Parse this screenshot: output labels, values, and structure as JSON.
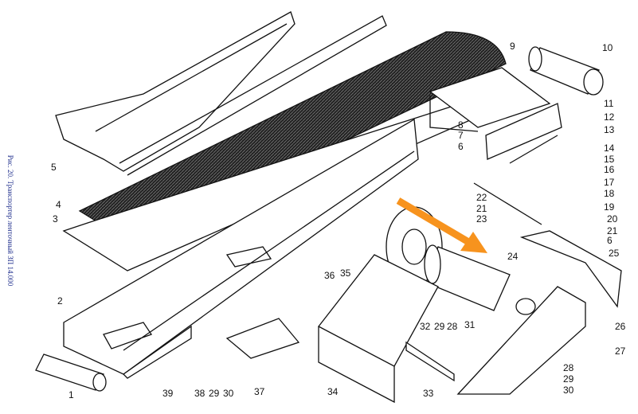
{
  "caption": "Рис. 20. Транспортер ленточный ЗП 14.000",
  "arrow_color": "#f7931e",
  "labels": [
    "1",
    "2",
    "3",
    "4",
    "5",
    "6",
    "7",
    "8",
    "9",
    "10",
    "11",
    "12",
    "13",
    "14",
    "15",
    "16",
    "17",
    "18",
    "19",
    "20",
    "21",
    "6",
    "25",
    "22",
    "21",
    "23",
    "24",
    "26",
    "27",
    "28",
    "29",
    "30",
    "31",
    "32",
    "29",
    "28",
    "33",
    "34",
    "35",
    "36",
    "37",
    "38",
    "29",
    "30",
    "39"
  ]
}
